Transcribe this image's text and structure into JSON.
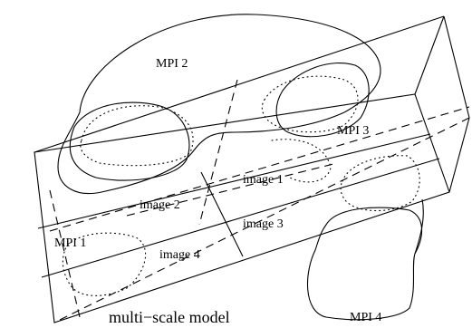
{
  "labels": {
    "mpi1": "MPI 1",
    "mpi2": "MPI 2",
    "mpi3": "MPI 3",
    "mpi4": "MPI 4",
    "image1": "image 1",
    "image2": "image 2",
    "image3": "image 3",
    "image4": "image 4"
  },
  "caption": "multi−scale model"
}
